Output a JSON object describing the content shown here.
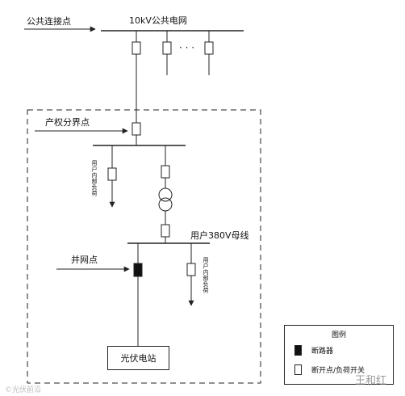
{
  "labels": {
    "public_connection_point": "公共连接点",
    "public_grid": "10kV公共电网",
    "grid_dots": "· · ·",
    "property_boundary": "产权分界点",
    "internal_load_1": "用户内部负荷",
    "bus_380v": "用户380V母线",
    "grid_connection_point": "并网点",
    "internal_load_2": "用户内部负荷",
    "pv_station": "光伏电站"
  },
  "legend": {
    "title": "图例",
    "breaker": "断路器",
    "switch": "断开点/负荷开关"
  },
  "watermark": {
    "left": "©光伏前沿",
    "right": "王和红"
  },
  "colors": {
    "line": "#222222",
    "breaker_fill": "#111111",
    "background": "#ffffff"
  }
}
